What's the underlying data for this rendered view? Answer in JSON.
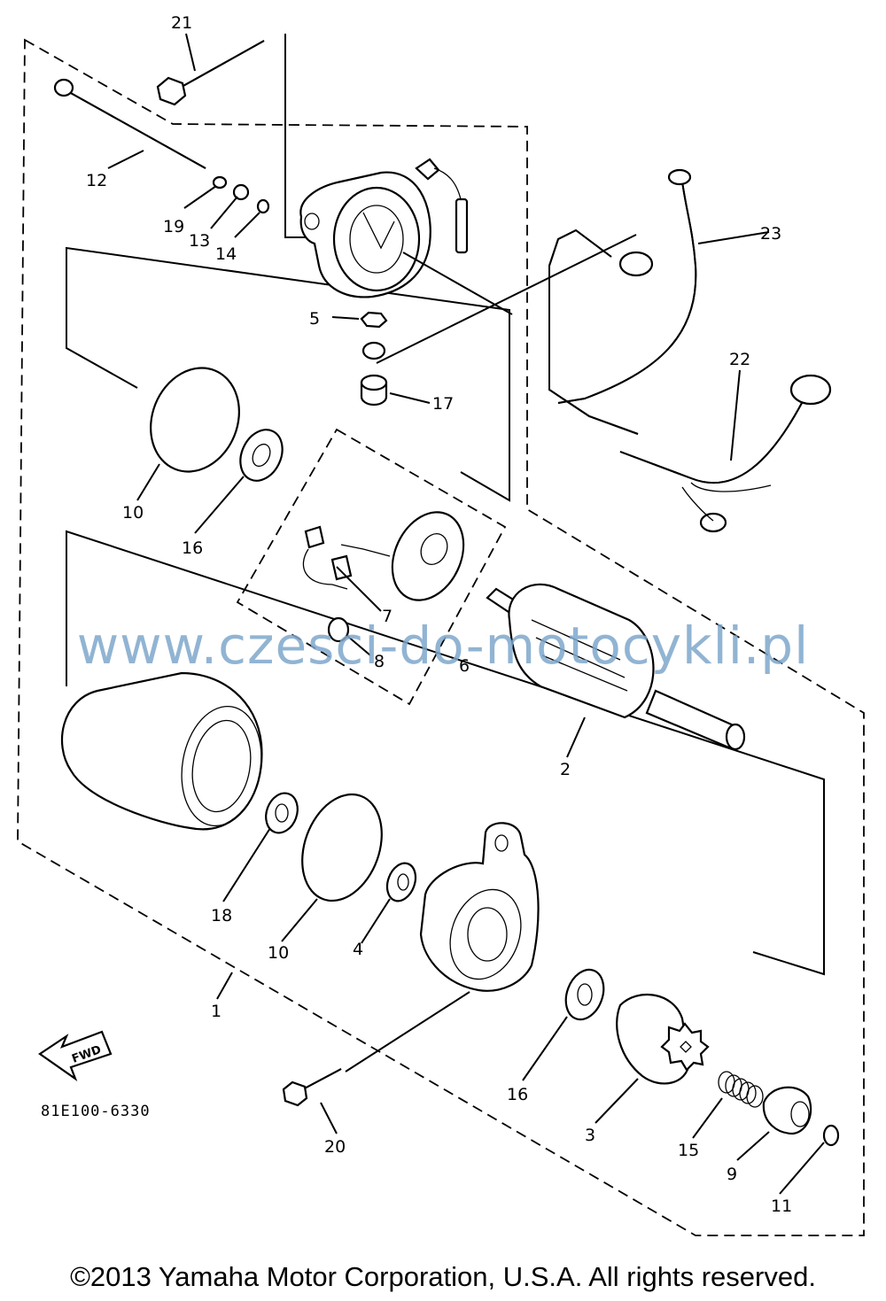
{
  "watermark": "www.czesci-do-motocykli.pl",
  "copyright": "©2013 Yamaha Motor Corporation, U.S.A. All rights reserved.",
  "diagram_code": "81E100-6330",
  "fwd_label": "FWD",
  "callouts": {
    "c1": "1",
    "c2": "2",
    "c3": "3",
    "c4": "4",
    "c5": "5",
    "c6": "6",
    "c7": "7",
    "c8": "8",
    "c9": "9",
    "c10a": "10",
    "c10b": "10",
    "c11": "11",
    "c12": "12",
    "c13": "13",
    "c14": "14",
    "c15": "15",
    "c16a": "16",
    "c16b": "16",
    "c17": "17",
    "c18": "18",
    "c19": "19",
    "c20": "20",
    "c21": "21",
    "c22": "22",
    "c23": "23"
  }
}
